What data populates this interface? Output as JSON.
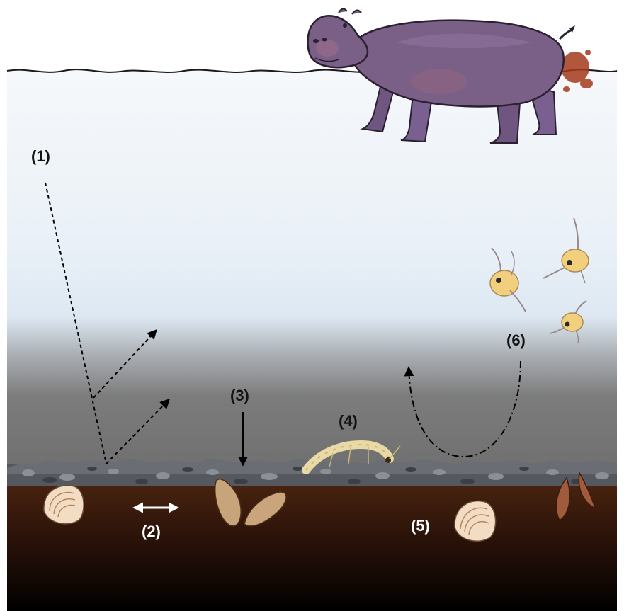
{
  "labels": {
    "l1": "(1)",
    "l2": "(2)",
    "l3": "(3)",
    "l4": "(4)",
    "l5": "(5)",
    "l6": "(6)"
  },
  "colors": {
    "water_top": "#f4f7fb",
    "water_mid": "#dfe9f3",
    "water_bottom": "#7a7a7a",
    "sediment": "#3e1a0a",
    "deep_sediment": "#000000",
    "gravel": "#5a5d63",
    "hippo": "#7a5f86",
    "dung": "#a33a1d",
    "label_dark": "#141414",
    "label_light": "#ffffff"
  },
  "icons": [
    "hippo-icon",
    "zooplankton-icon",
    "amphipod-icon",
    "clam-icon",
    "mussel-icon"
  ]
}
